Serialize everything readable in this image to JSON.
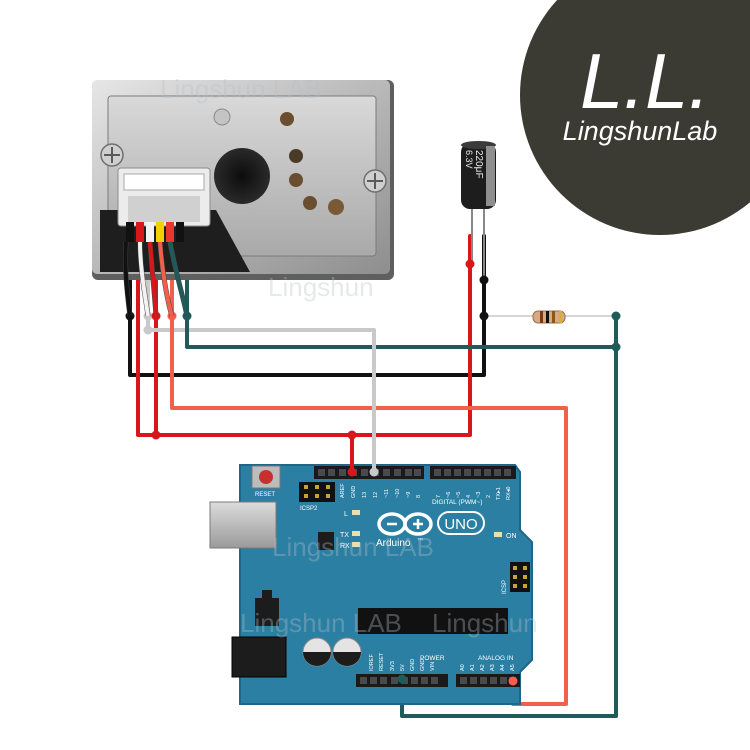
{
  "watermark": {
    "logo_initials": "L.L.",
    "logo_name": "LingshunLab",
    "text_1": "Lingshun LAB",
    "text_2": "Lingshun",
    "text_3": "Lingshun LAB",
    "text_4": "Lingshun LAB",
    "text_5": "Lingshun"
  },
  "capacitor": {
    "marking_1": "220μF",
    "marking_2": "6.3V"
  },
  "arduino": {
    "brand": "Arduino",
    "registered": "™",
    "model": "UNO",
    "reset_label": "RESET",
    "icsp2_label": "ICSP2",
    "icsp_label": "ICSP",
    "led_l": "L",
    "led_tx": "TX",
    "led_rx": "RX",
    "led_on": "ON",
    "digital_label": "DIGITAL (PWM~)",
    "power_label": "POWER",
    "analog_label": "ANALOG IN",
    "aref": "AREF",
    "gnd": "GND",
    "pin_13": "13",
    "pin_12": "12",
    "pin_11": "~11",
    "pin_10": "~10",
    "pin_9": "~9",
    "pin_8": "8",
    "pin_7": "7",
    "pin_6": "~6",
    "pin_5": "~5",
    "pin_4": "4",
    "pin_3": "~3",
    "pin_2": "2",
    "pin_tx": "TX▸1",
    "pin_rx": "RX◂0",
    "pw_ioref": "IOREF",
    "pw_reset": "RESET",
    "pw_3v3": "3V3",
    "pw_5v": "5V",
    "pw_gnd1": "GND",
    "pw_gnd2": "GND",
    "pw_vin": "VIN",
    "a0": "A0",
    "a1": "A1",
    "a2": "A2",
    "a3": "A3",
    "a4": "A4",
    "a5": "A5"
  },
  "colors": {
    "wire_black": "#111111",
    "wire_red": "#d8171b",
    "wire_white": "#c8c8c8",
    "wire_orange": "#f0604a",
    "wire_teal": "#1e5b5a",
    "board": "#2b7fa3",
    "logo_circle": "#3c3b33"
  }
}
